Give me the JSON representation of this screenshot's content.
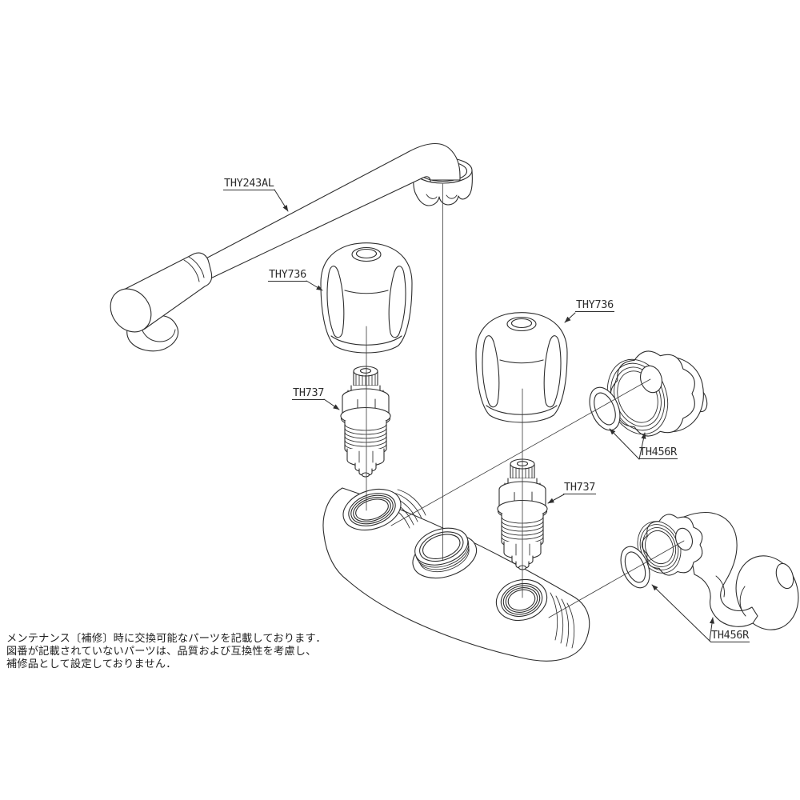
{
  "canvas": {
    "background": "#ffffff",
    "line_color": "#2e2e2e"
  },
  "callouts": {
    "spout": "THY243AL",
    "handle_left": "THY736",
    "handle_right": "THY736",
    "cartridge_left": "TH737",
    "cartridge_right": "TH737",
    "fitting_top": "TH456R",
    "fitting_bottom": "TH456R"
  },
  "note": {
    "lines": [
      "メンテナンス〔補修〕時に交換可能なパーツを記載しております．",
      "図番が記載されていないパーツは、品質および互換性を考慮し、",
      "補修品として設定しておりません．"
    ]
  }
}
